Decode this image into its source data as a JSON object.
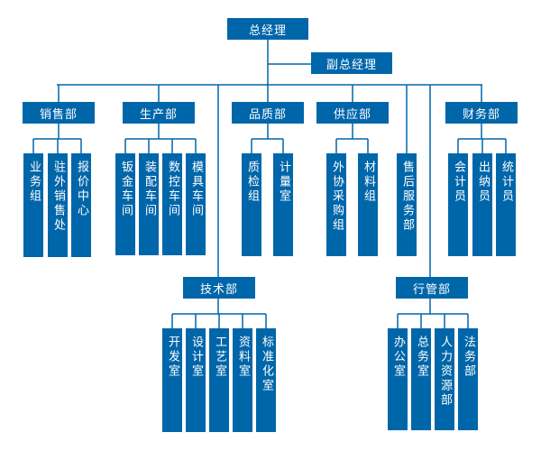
{
  "ceo": "总经理",
  "deputy": "副总经理",
  "departments": [
    {
      "name": "销售部",
      "units": [
        "业务组",
        "驻外销售处",
        "报价中心"
      ]
    },
    {
      "name": "生产部",
      "units": [
        "钣金车间",
        "装配车间",
        "数控车间",
        "模具车间"
      ]
    },
    {
      "name": "品质部",
      "units": [
        "质检组",
        "计量室"
      ]
    },
    {
      "name": "供应部",
      "units": [
        "外协采购组",
        "材料组"
      ]
    },
    {
      "name": "售后服务部",
      "units": []
    },
    {
      "name": "财务部",
      "units": [
        "会计员",
        "出纳员",
        "统计员"
      ]
    },
    {
      "name": "技术部",
      "units": [
        "开发室",
        "设计室",
        "工艺室",
        "资料室",
        "标准化室"
      ]
    },
    {
      "name": "行管部",
      "units": [
        "办公室",
        "总务室",
        "人力资源部",
        "法务部"
      ]
    }
  ],
  "colors": {
    "box": "#0066AA",
    "line": "#0066AA"
  }
}
